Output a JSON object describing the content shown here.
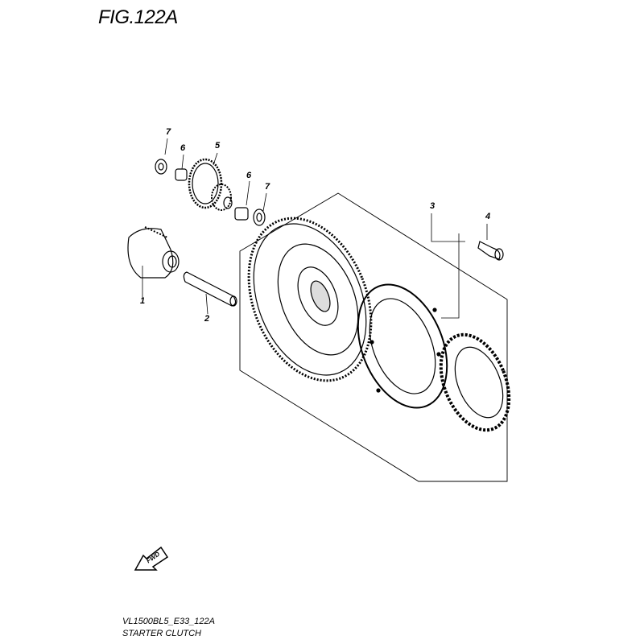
{
  "figure": {
    "title": "FIG.122A"
  },
  "callouts": [
    "1",
    "2",
    "3",
    "4",
    "5",
    "6",
    "6",
    "7",
    "7"
  ],
  "direction_arrow": {
    "label": "FWD"
  },
  "footer": {
    "code": "VL1500BL5_E33_122A",
    "name": "STARTER CLUTCH"
  }
}
